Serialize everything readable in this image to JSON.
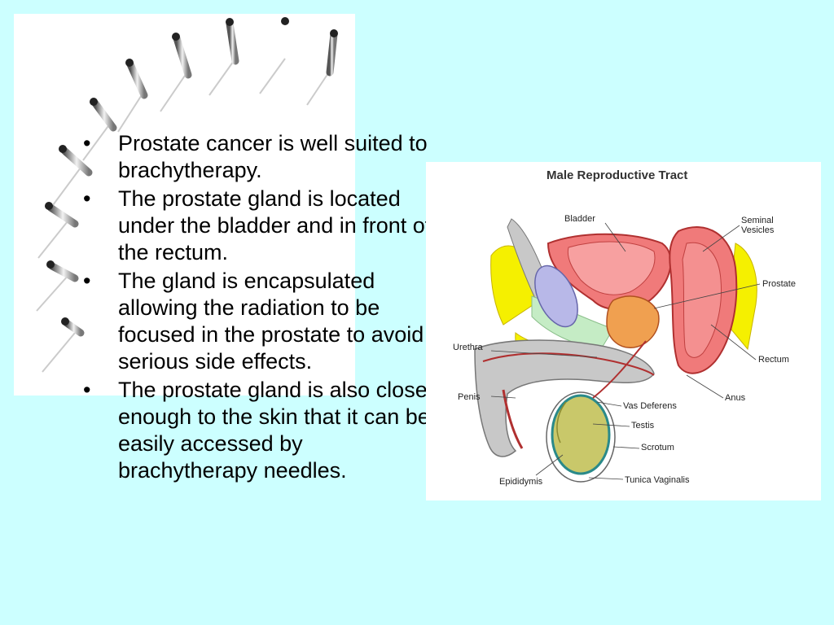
{
  "bullets": [
    "Prostate cancer is well suited to brachytherapy.",
    "The prostate gland is located under the bladder and in front of the rectum.",
    "The gland is encapsulated allowing the radiation to be focused in the prostate to avoid serious side effects.",
    "The prostate gland is also close enough to the skin that it can be easily accessed by brachytherapy needles."
  ],
  "diagram": {
    "title": "Male Reproductive Tract",
    "labels": {
      "bladder": "Bladder",
      "seminal_vesicles_1": "Seminal",
      "seminal_vesicles_2": "Vesicles",
      "prostate": "Prostate",
      "urethra": "Urethra",
      "rectum": "Rectum",
      "penis": "Penis",
      "anus": "Anus",
      "vas_deferens": "Vas Deferens",
      "testis": "Testis",
      "scrotum": "Scrotum",
      "epididymis": "Epididymis",
      "tunica_vaginalis": "Tunica Vaginalis"
    }
  },
  "colors": {
    "background": "#ccffff",
    "panel": "#ffffff",
    "organ_red": "#f07a7a",
    "fat_yellow": "#f5f000",
    "bone_gray": "#c8c8c8",
    "testis_olive": "#c9c86a",
    "bladder_lavender": "#b8b8e8"
  }
}
